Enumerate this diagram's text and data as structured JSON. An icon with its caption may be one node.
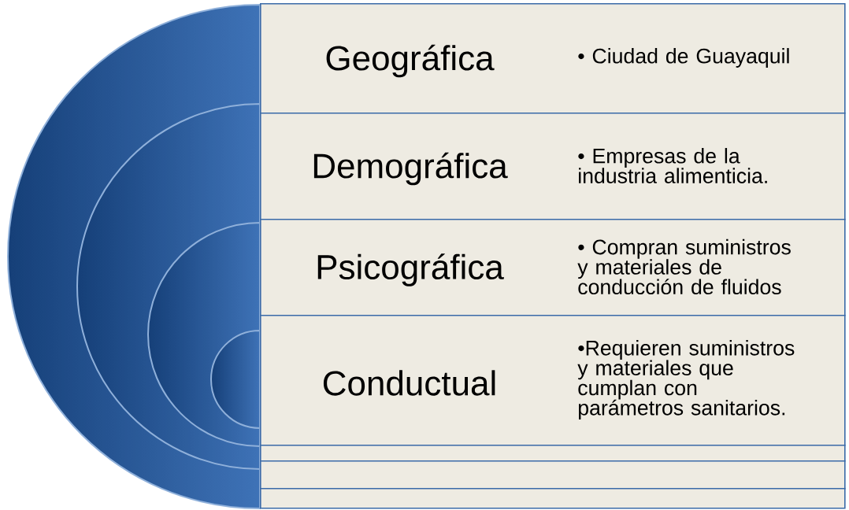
{
  "diagram": {
    "nodes": [
      {
        "text": [
          "Geográfica",
          "• Ciudad  de Guayaquil"
        ]
      },
      {
        "text": [
          "Demográfica",
          "• Empresas de la industria alimenticia."
        ]
      },
      {
        "text": [
          "Psicográfica",
          "• Compran suministros y materiales  de conducción de fluidos"
        ]
      },
      {
        "text": [
          "Conductual",
          "•Requieren  suministros y materiales  que cumplan con parámetros sanitarios."
        ]
      },
      {
        "text": [],
        "shape": "box"
      },
      {
        "text": [],
        "shape": "box"
      },
      {
        "text": [],
        "shape": "box"
      }
    ]
  }
}
